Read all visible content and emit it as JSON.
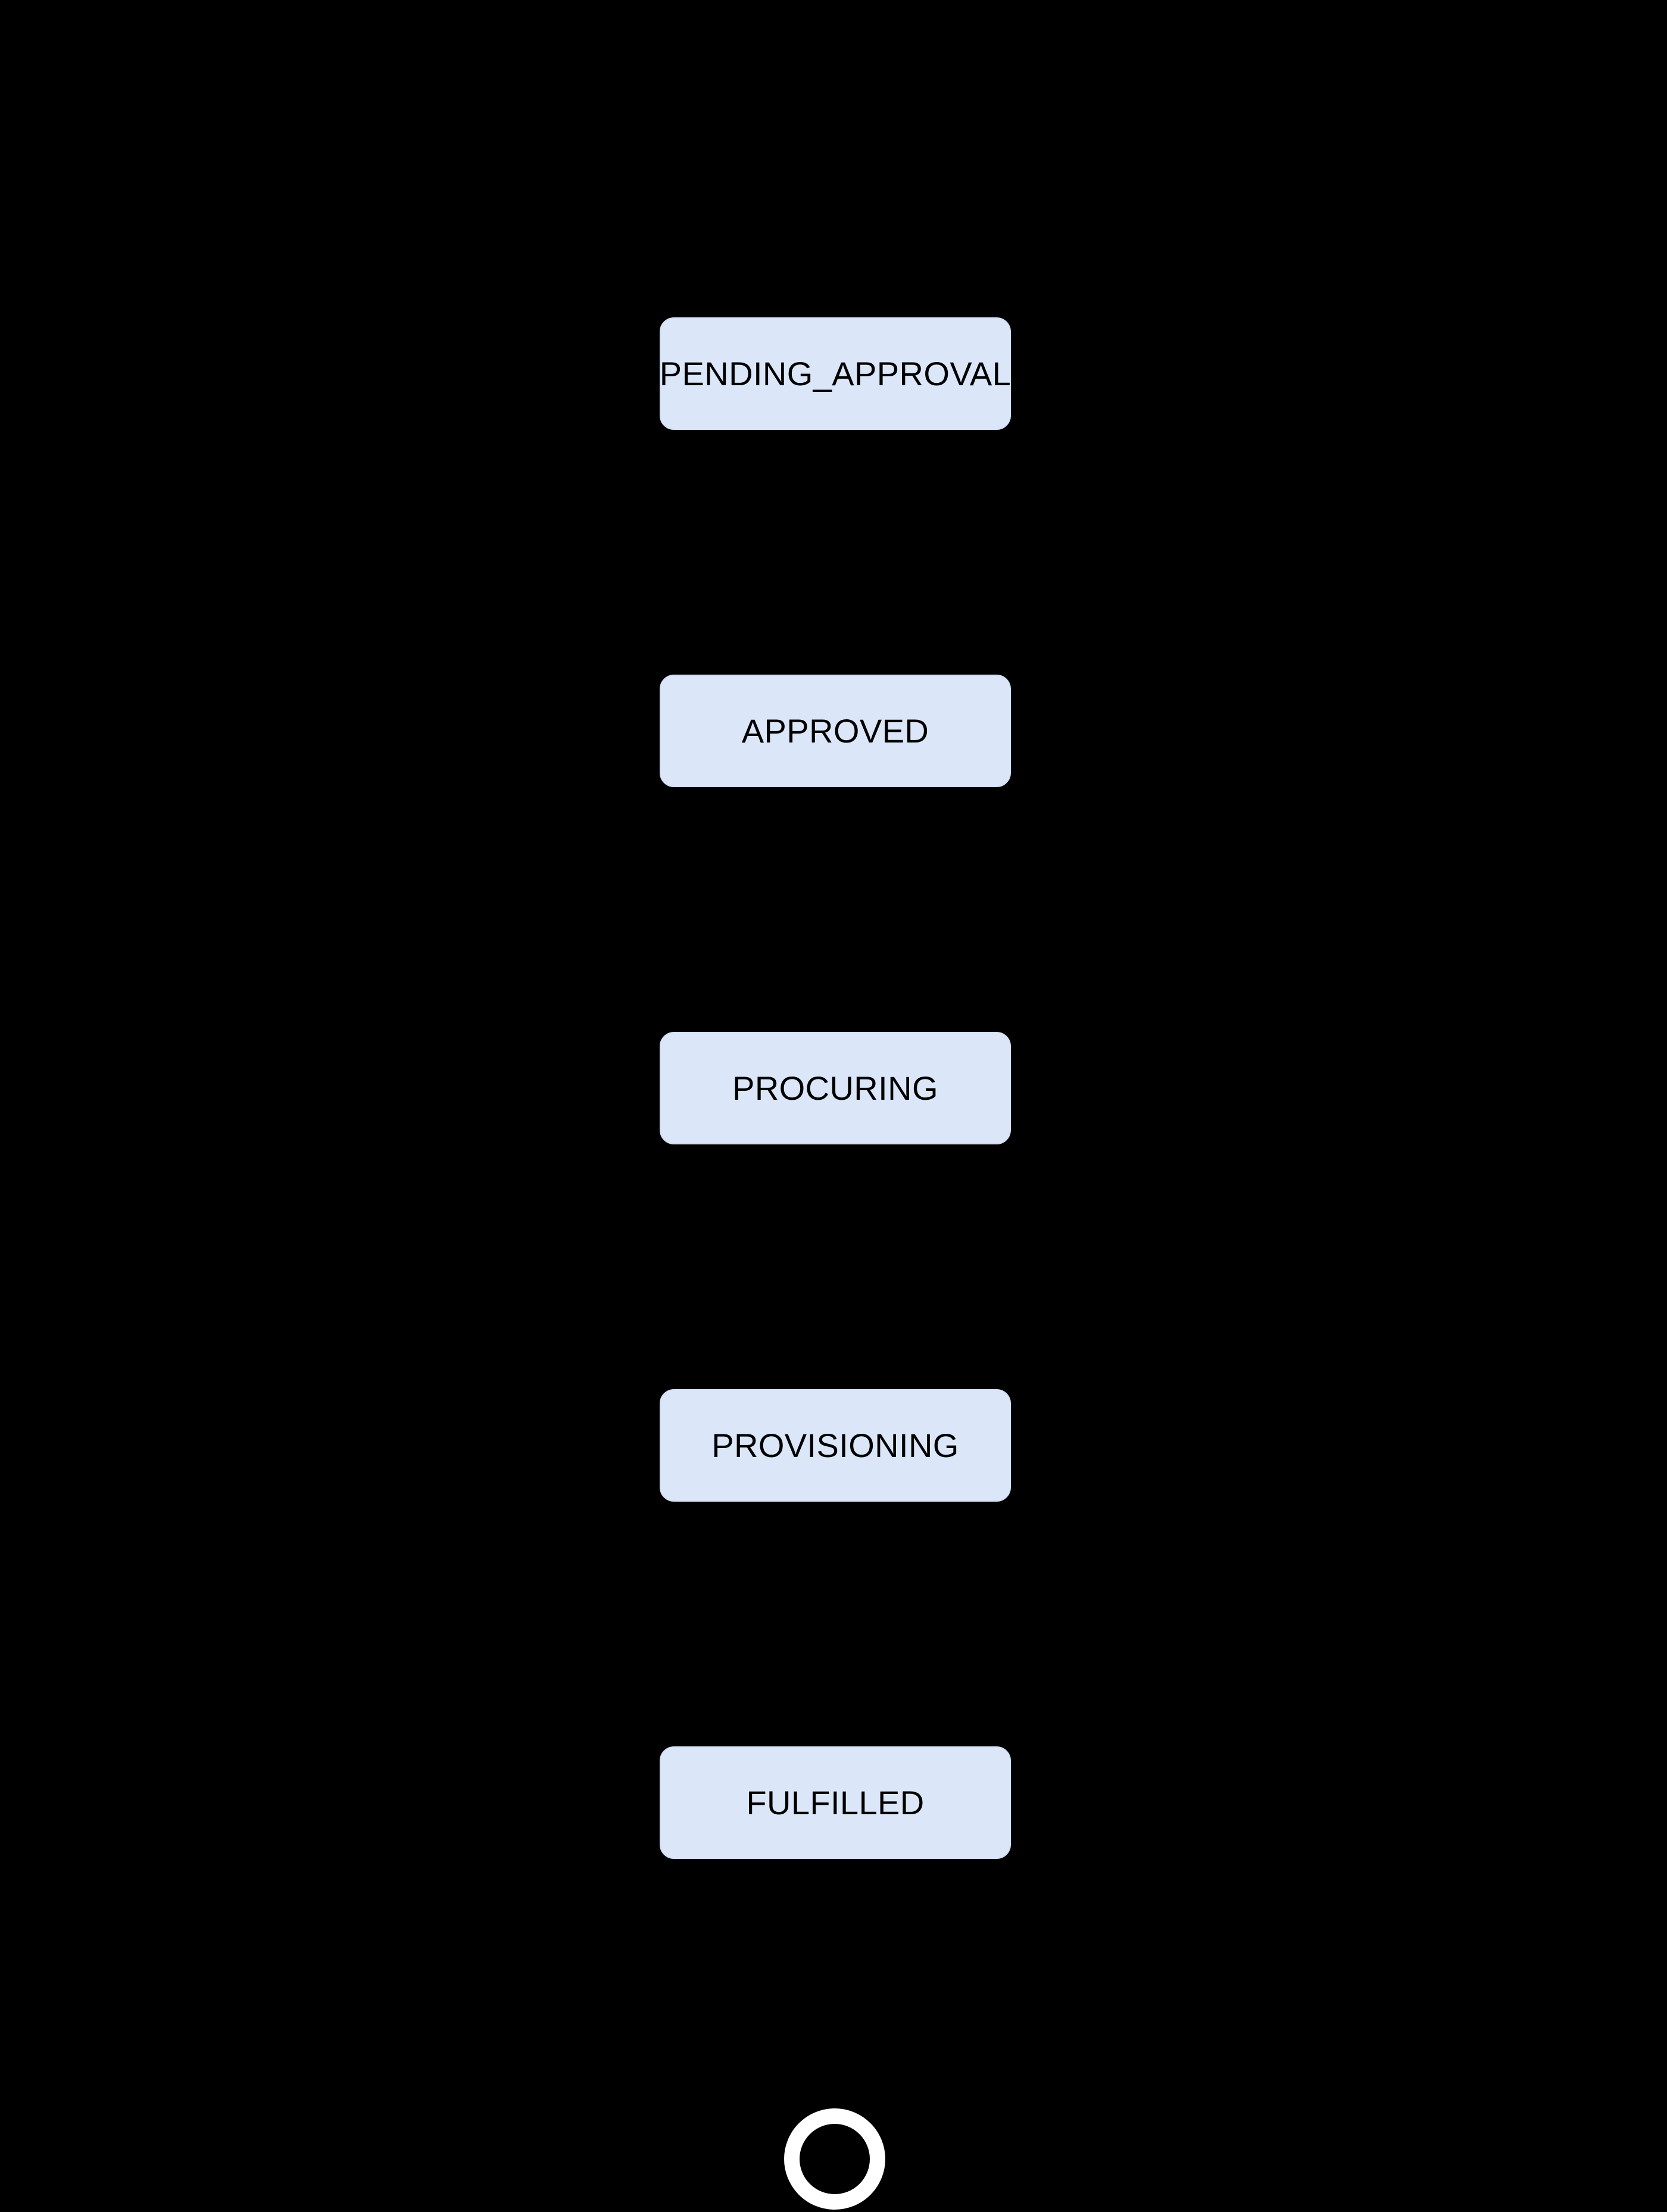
{
  "diagram": {
    "type": "state-diagram",
    "orientation": "vertical-top-down",
    "background_color": "#000000",
    "node_fill_color": "#dbe7f9",
    "node_text_color": "#000000",
    "end_state_color": "#ffffff",
    "states": [
      {
        "id": "pending-approval",
        "label": "PENDING_APPROVAL"
      },
      {
        "id": "approved",
        "label": "APPROVED"
      },
      {
        "id": "procuring",
        "label": "PROCURING"
      },
      {
        "id": "provisioning",
        "label": "PROVISIONING"
      },
      {
        "id": "fulfilled",
        "label": "FULFILLED"
      }
    ],
    "end_state": {
      "id": "end-state",
      "label": ""
    },
    "transitions": [
      {
        "from": "pending-approval",
        "to": "approved",
        "label": ""
      },
      {
        "from": "approved",
        "to": "procuring",
        "label": ""
      },
      {
        "from": "procuring",
        "to": "provisioning",
        "label": ""
      },
      {
        "from": "provisioning",
        "to": "fulfilled",
        "label": ""
      },
      {
        "from": "fulfilled",
        "to": "end-state",
        "label": ""
      }
    ]
  }
}
